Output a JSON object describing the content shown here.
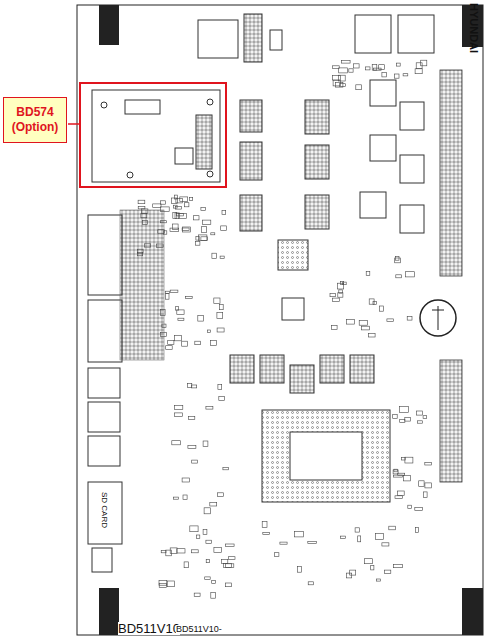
{
  "diagram": {
    "nodes": [
      {
        "text": [
          "BD574 (Option)"
        ]
      }
    ],
    "labels": [
      "HYUNDAI",
      "SD CARD",
      "BD511V10",
      "BD511V10-"
    ]
  }
}
